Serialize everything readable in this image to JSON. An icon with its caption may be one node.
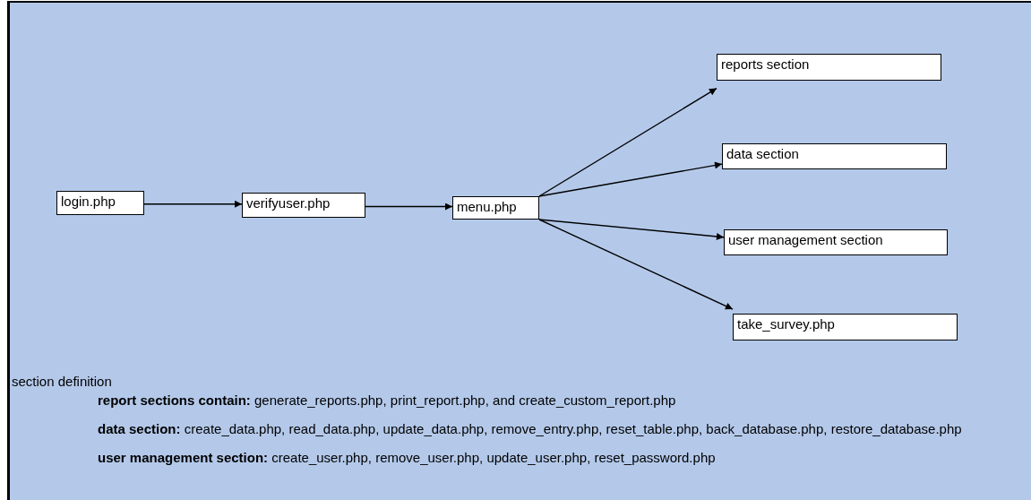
{
  "diagram": {
    "nodes": [
      {
        "text": [
          "login.php"
        ]
      },
      {
        "text": [
          "verifyuser.php"
        ]
      },
      {
        "text": [
          "menu.php"
        ]
      },
      {
        "text": [
          "reports section"
        ]
      },
      {
        "text": [
          "data section"
        ]
      },
      {
        "text": [
          "user management section"
        ]
      },
      {
        "text": [
          "take_survey.php"
        ]
      }
    ],
    "edges": [
      {
        "from": 0,
        "to": 1,
        "arrow": "to"
      },
      {
        "from": 1,
        "to": 2,
        "arrow": "to"
      },
      {
        "from": 2,
        "to": 3,
        "arrow": "to"
      },
      {
        "from": 2,
        "to": 4,
        "arrow": "to"
      },
      {
        "from": 2,
        "to": 5,
        "arrow": "to"
      },
      {
        "from": 2,
        "to": 6,
        "arrow": "to"
      }
    ],
    "labels": [
      "section definition",
      "**report sections contain:** generate_reports.php, print_report.php, and create_custom_report.php",
      "**data section:** create_data.php, read_data.php, update_data.php, remove_entry.php, reset_table.php, back_database.php, restore_database.php",
      "**user management section:** create_user.php, remove_user.php, update_user.php, reset_password.php"
    ]
  }
}
